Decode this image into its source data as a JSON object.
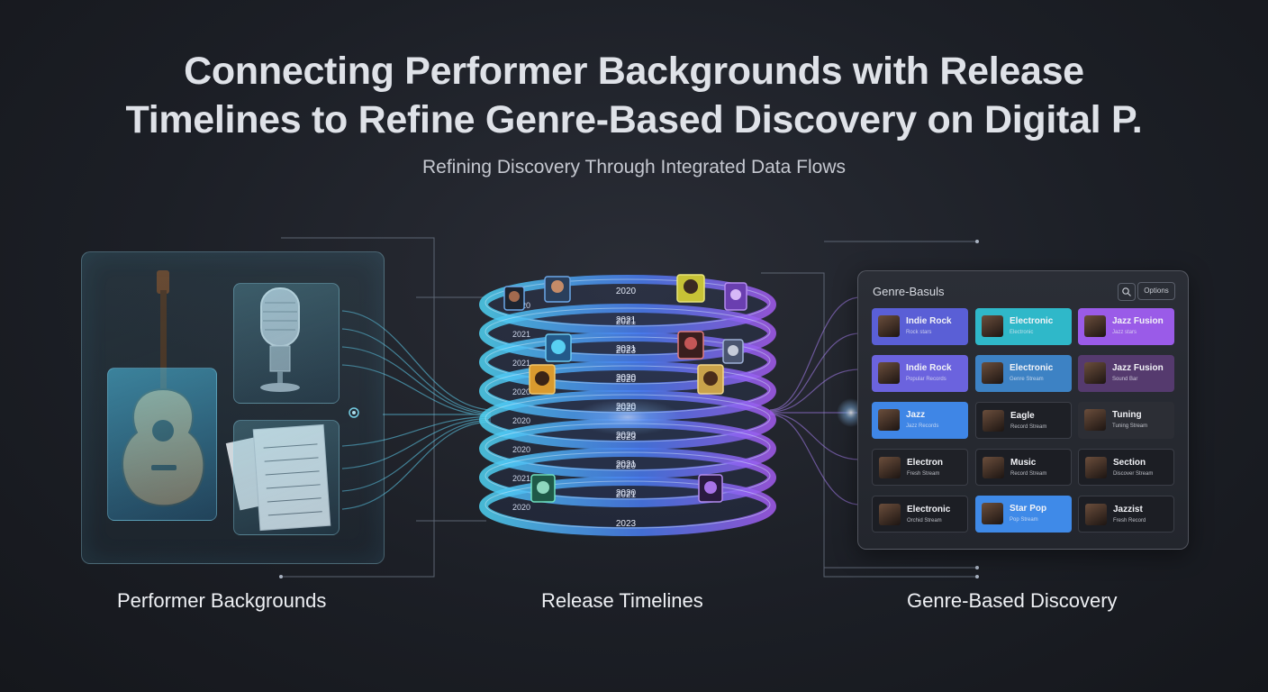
{
  "title_lines": [
    "Connecting Performer Backgrounds with Release",
    "Timelines to Refine Genre-Based Discovery on Digital P."
  ],
  "subtitle": "Refining Discovery Through Integrated Data Flows",
  "sections": {
    "performer": {
      "label": "Performer Backgrounds"
    },
    "timeline": {
      "label": "Release Timelines"
    },
    "genre": {
      "label": "Genre-Based Discovery"
    }
  },
  "timeline_rings": [
    {
      "year_a": "2020",
      "year_b": "2021"
    },
    {
      "year_a": "2021",
      "year_b": "2023"
    },
    {
      "year_a": "2021",
      "year_b": "2020"
    },
    {
      "year_a": "2020",
      "year_b": "2020"
    },
    {
      "year_a": "2020",
      "year_b": "2023"
    },
    {
      "year_a": "2020",
      "year_b": "2020"
    },
    {
      "year_a": "2021",
      "year_b": "2021"
    },
    {
      "year_a": "2020",
      "year_b": "2023"
    }
  ],
  "genre_panel": {
    "header": "Genre-Basuls",
    "options_label": "Options",
    "cards": [
      {
        "title": "Indie Rock",
        "sub": "Rock stars",
        "color": "#5a5fd6"
      },
      {
        "title": "Electronic",
        "sub": "Electronic",
        "color": "#2fb8c9"
      },
      {
        "title": "Jazz Fusion",
        "sub": "Jazz stars",
        "color": "#9a5be8"
      },
      {
        "title": "Indie Rock",
        "sub": "Popular Records",
        "color": "#6b63de"
      },
      {
        "title": "Electronic",
        "sub": "Genre Stream",
        "color": "#3d82c4"
      },
      {
        "title": "Jazz Fusion",
        "sub": "Sound Bar",
        "color": "#553a6e"
      },
      {
        "title": "Jazz",
        "sub": "Jazz Records",
        "color": "#3f86e6"
      },
      {
        "title": "Eagle",
        "sub": "Record Stream",
        "color": "#1e2026"
      },
      {
        "title": "Tuning",
        "sub": "Tuning Stream",
        "color": "#2c2e35"
      },
      {
        "title": "Electron",
        "sub": "Fresh Stream",
        "color": "#1f2127"
      },
      {
        "title": "Music",
        "sub": "Record Stream",
        "color": "#1c1e24"
      },
      {
        "title": "Section",
        "sub": "Discover Stream",
        "color": "#1c1e24"
      },
      {
        "title": "Electronic",
        "sub": "Orchid Stream",
        "color": "#1c1e24"
      },
      {
        "title": "Star Pop",
        "sub": "Pop Stream",
        "color": "#3f8ae8"
      },
      {
        "title": "Jazzist",
        "sub": "Fresh Record",
        "color": "#1c1e24"
      }
    ]
  },
  "colors": {
    "accent_cyan": "#5fd0f0",
    "accent_blue": "#4a7cf0",
    "accent_purple": "#9a5be8",
    "background": "#1c1f26"
  }
}
